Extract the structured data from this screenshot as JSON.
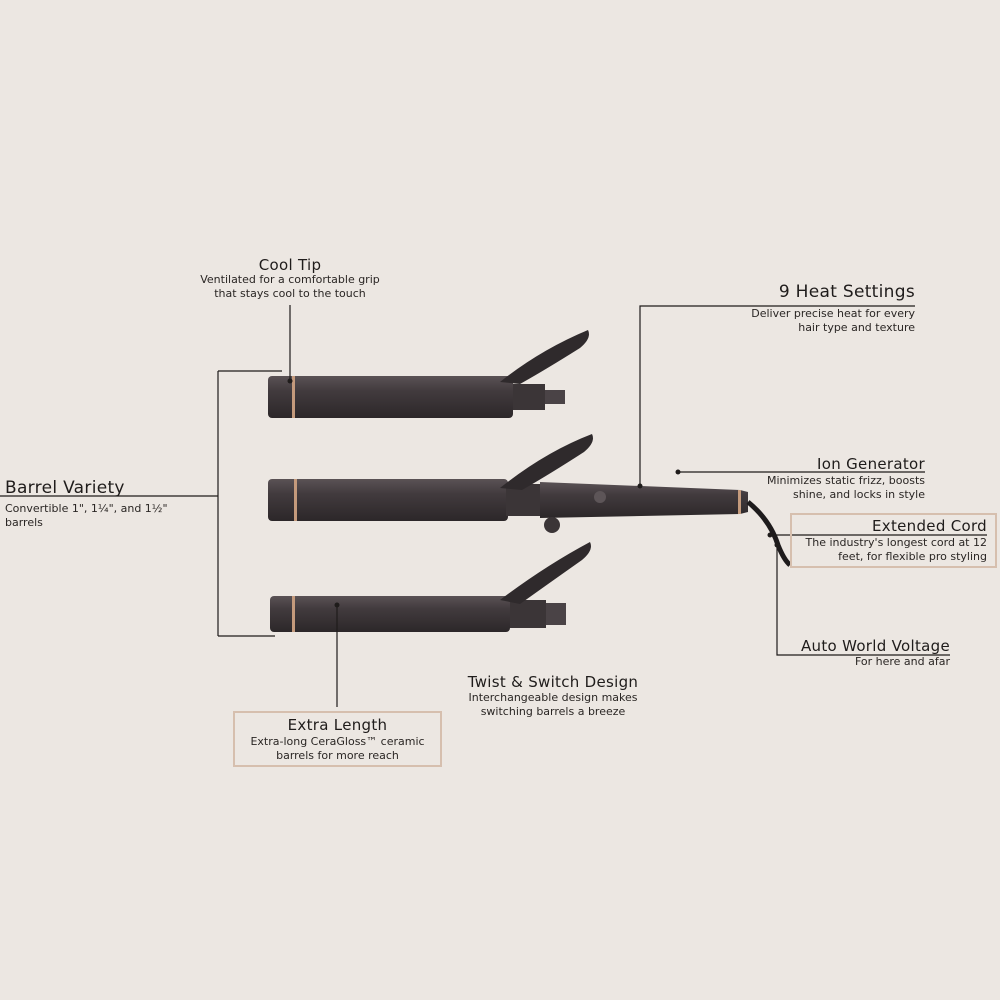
{
  "features": {
    "cool_tip": {
      "title": "Cool Tip",
      "desc": [
        "Ventilated for a comfortable grip",
        "that stays cool to the touch"
      ]
    },
    "heat_settings": {
      "title": "9 Heat Settings",
      "desc": [
        "Deliver precise heat for every",
        "hair type and texture"
      ]
    },
    "ion_generator": {
      "title": "Ion Generator",
      "desc": [
        "Minimizes static frizz, boosts",
        "shine, and locks in style"
      ]
    },
    "extended_cord": {
      "title": "Extended Cord",
      "desc": [
        "The industry's longest cord at 12",
        "feet, for flexible pro styling"
      ]
    },
    "auto_voltage": {
      "title": "Auto World Voltage",
      "desc": [
        "For here and afar"
      ]
    },
    "barrel_variety": {
      "title": "Barrel Variety",
      "desc": [
        "Convertible 1\", 1¼\", and 1½\"",
        "barrels"
      ]
    },
    "twist_switch": {
      "title": "Twist & Switch Design",
      "desc": [
        "Interchangeable design makes",
        "switching barrels a breeze"
      ]
    },
    "extra_length": {
      "title": "Extra Length",
      "desc": [
        "Extra-long CeraGloss™ ceramic",
        "barrels for more reach"
      ]
    }
  },
  "colors": {
    "background": "#ece7e2",
    "device": "#3b3537",
    "accent_box": "#d6bfae",
    "copper": "#c49a7c"
  }
}
